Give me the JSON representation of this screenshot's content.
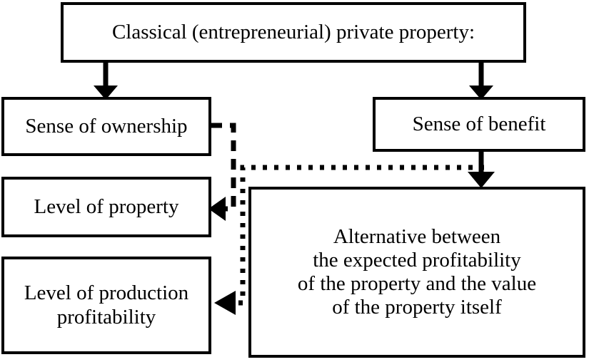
{
  "diagram": {
    "type": "flow-diagram",
    "title": "Classical (entrepreneurial) private property",
    "background_color": "#ffffff",
    "line_color": "#000000",
    "text_color": "#000000",
    "nodes": [
      {
        "id": "root",
        "label": "Classical (entrepreneurial) private property:",
        "shape": "rectangle"
      },
      {
        "id": "ownership",
        "label": "Sense of ownership",
        "shape": "rectangle"
      },
      {
        "id": "property",
        "label": "Level of property",
        "shape": "rectangle"
      },
      {
        "id": "production",
        "label": "Level of production\nprofitability",
        "shape": "rectangle"
      },
      {
        "id": "benefit",
        "label": "Sense of benefit",
        "shape": "rectangle"
      },
      {
        "id": "alternative",
        "label": "Alternative between\nthe expected profitability\nof the property and the value\nof the property itself",
        "shape": "rectangle"
      }
    ],
    "edges": [
      {
        "id": "root-to-ownership",
        "from": "root",
        "to": "ownership",
        "style": "solid",
        "arrow": "down"
      },
      {
        "id": "root-to-benefit",
        "from": "root",
        "to": "benefit",
        "style": "solid",
        "arrow": "down"
      },
      {
        "id": "ownership-to-property",
        "from": "ownership",
        "to": "property",
        "style": "dashed",
        "arrow": "left"
      },
      {
        "id": "benefit-to-alternative",
        "from": "benefit",
        "to": "alternative",
        "style": "solid",
        "arrow": "down"
      },
      {
        "id": "alternative-to-production",
        "from": "alternative",
        "to": "production",
        "style": "dotted",
        "arrow": "left"
      }
    ]
  }
}
